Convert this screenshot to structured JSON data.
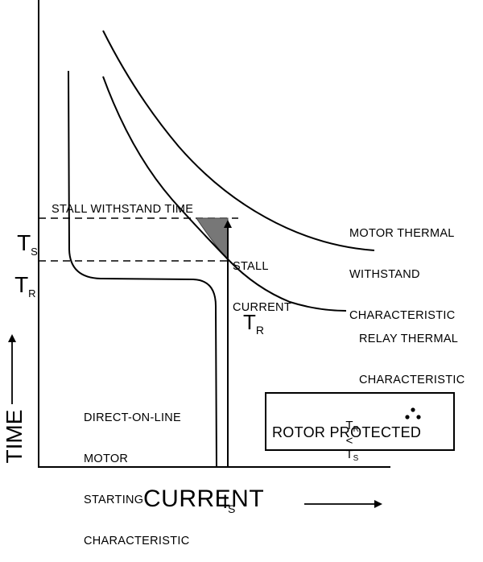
{
  "y_axis_label": "TIME",
  "x_axis_label": "CURRENT",
  "ts_label": {
    "main": "T",
    "sub": "S"
  },
  "tr_label": {
    "main": "T",
    "sub": "R"
  },
  "is_label": {
    "main": "I",
    "sub": "S"
  },
  "tr_on_arrow": {
    "main": "T",
    "sub": "R"
  },
  "stall_withstand_time": "STALL WITHSTAND TIME",
  "stall_current": [
    "STALL",
    "CURRENT"
  ],
  "motor_thermal": [
    "MOTOR THERMAL",
    "WITHSTAND",
    "CHARACTERISTIC"
  ],
  "relay_thermal": [
    "RELAY THERMAL",
    "CHARACTERISTIC"
  ],
  "dol_motor": [
    "DIRECT-ON-LINE",
    "MOTOR",
    "STARTING",
    "CHARACTERISTIC"
  ],
  "protection_box": {
    "comparison": {
      "a": "T",
      "a_sub": "R",
      "op": "<",
      "b": "T",
      "b_sub": "S"
    },
    "result": "ROTOR PROTECTED"
  }
}
